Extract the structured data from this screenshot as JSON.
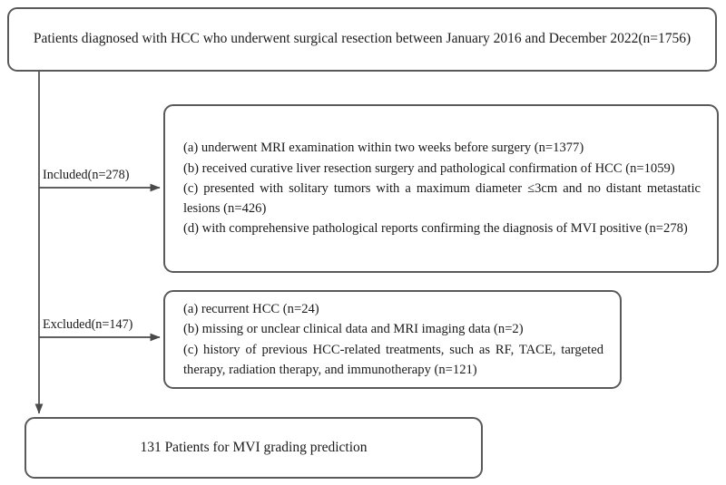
{
  "diagram": {
    "type": "flowchart",
    "title": "Patient selection flowchart for MVI grading prediction",
    "border_color": "#5a5a5a",
    "text_color": "#1a1a1a",
    "background_color": "#ffffff"
  },
  "nodes": {
    "top": {
      "text": "Patients diagnosed with HCC who underwent surgical resection between January 2016 and December 2022(n=1756)",
      "count": 1756
    },
    "included": {
      "criteria": [
        "(a) underwent MRI examination within two weeks before surgery (n=1377)",
        "(b) received curative liver resection surgery and pathological confirmation of HCC (n=1059)",
        "(c) presented with solitary tumors with a maximum diameter ≤3cm and no distant metastatic lesions (n=426)",
        "(d) with comprehensive pathological reports confirming the diagnosis of MVI positive (n=278)"
      ]
    },
    "excluded": {
      "criteria": [
        "(a) recurrent HCC (n=24)",
        "(b) missing or unclear clinical data and MRI imaging data (n=2)",
        "(c) history of previous HCC-related treatments, such as RF, TACE, targeted therapy, radiation therapy, and immunotherapy (n=121)"
      ]
    },
    "result": {
      "text": "131 Patients for MVI grading prediction",
      "count": 131
    }
  },
  "edges": {
    "included_label": "Included(n=278)",
    "excluded_label": "Excluded(n=147)"
  }
}
